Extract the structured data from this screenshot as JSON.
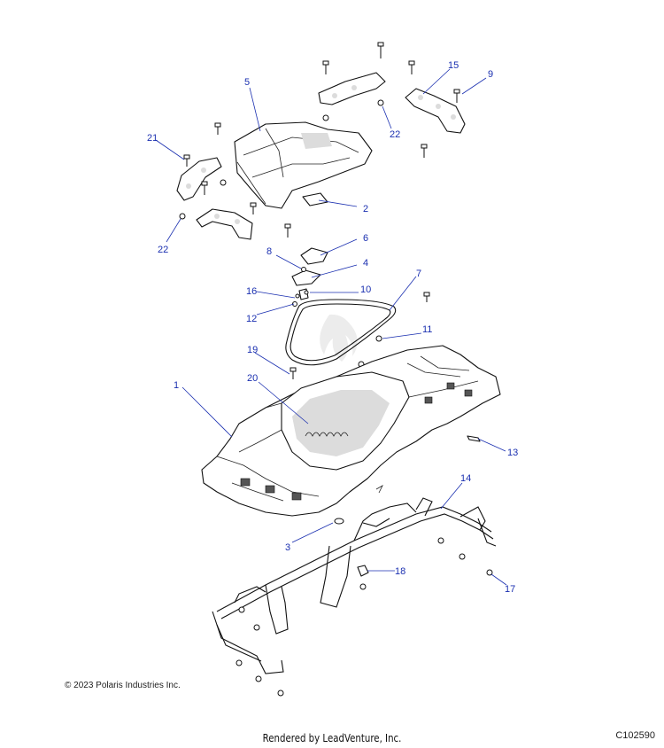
{
  "callouts": [
    {
      "label": "1"
    },
    {
      "label": "2"
    },
    {
      "label": "3"
    },
    {
      "label": "4"
    },
    {
      "label": "5"
    },
    {
      "label": "6"
    },
    {
      "label": "7"
    },
    {
      "label": "8"
    },
    {
      "label": "9"
    },
    {
      "label": "10"
    },
    {
      "label": "11"
    },
    {
      "label": "12"
    },
    {
      "label": "13"
    },
    {
      "label": "14"
    },
    {
      "label": "15"
    },
    {
      "label": "16"
    },
    {
      "label": "17"
    },
    {
      "label": "18"
    },
    {
      "label": "19"
    },
    {
      "label": "20"
    },
    {
      "label": "21"
    },
    {
      "label": "22"
    },
    {
      "label": "22"
    }
  ],
  "footer": {
    "copyright": "© 2023 Polaris Industries Inc.",
    "rendered_by": "Rendered by LeadVenture, Inc.",
    "diagram_id": "C102590"
  },
  "colors": {
    "callout": "#1a2fb0",
    "line": "#111111"
  }
}
